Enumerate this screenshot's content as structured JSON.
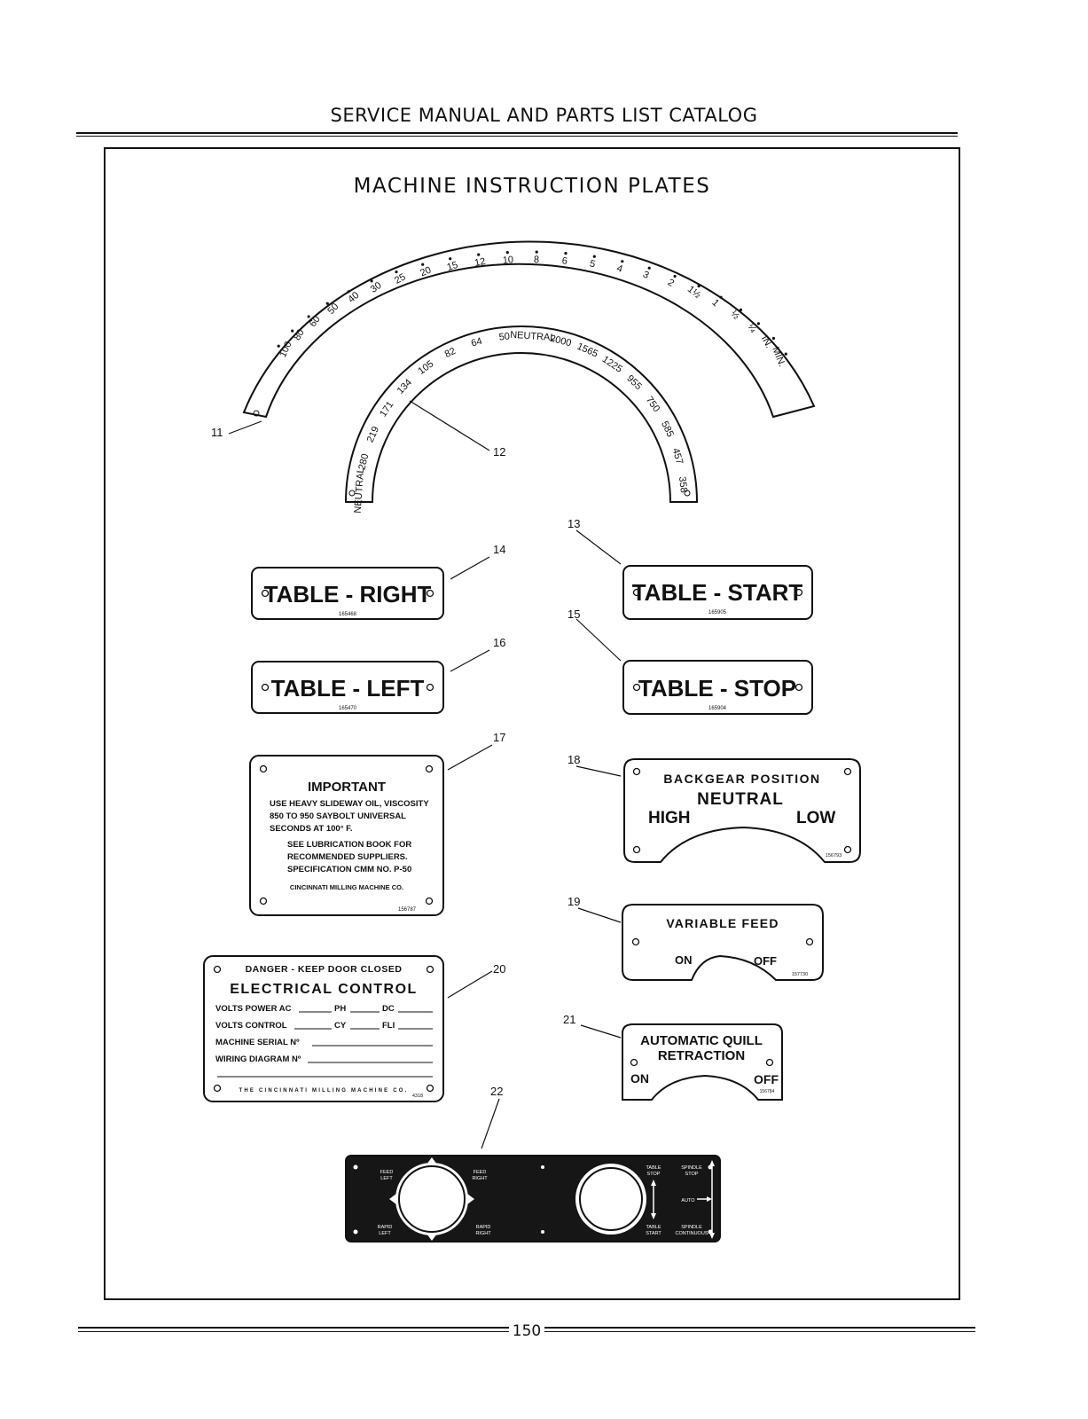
{
  "header": "SERVICE MANUAL AND PARTS LIST CATALOG",
  "title": "MACHINE INSTRUCTION PLATES",
  "page_number": "150",
  "callouts": [
    "11",
    "12",
    "13",
    "14",
    "15",
    "16",
    "17",
    "18",
    "19",
    "20",
    "21",
    "22"
  ],
  "dial11": {
    "numbers": [
      "100",
      "80",
      "60",
      "50",
      "40",
      "30",
      "25",
      "20",
      "15",
      "12",
      "10",
      "8",
      "6",
      "5",
      "4",
      "3",
      "2",
      "1½",
      "1",
      "½",
      "¼",
      "IN.",
      "MIN."
    ]
  },
  "dial12": {
    "numbers": [
      "NEUTRAL",
      "280",
      "219",
      "171",
      "134",
      "105",
      "82",
      "64",
      "50",
      "NEUTRAL",
      "2000",
      "1565",
      "1225",
      "955",
      "750",
      "585",
      "457",
      "358"
    ]
  },
  "plate14": {
    "label": "TABLE - RIGHT",
    "part": "165468"
  },
  "plate13": {
    "label": "TABLE - START",
    "part": "165905"
  },
  "plate16": {
    "label": "TABLE - LEFT",
    "part": "165470"
  },
  "plate15": {
    "label": "TABLE - STOP",
    "part": "165904"
  },
  "plate17": {
    "heading": "IMPORTANT",
    "lines": [
      "USE HEAVY SLIDEWAY OIL, VISCOSITY",
      "850 TO 950 SAYBOLT UNIVERSAL",
      "SECONDS AT 100° F.",
      "SEE LUBRICATION BOOK FOR",
      "RECOMMENDED SUPPLIERS.",
      "SPECIFICATION CMM NO. P-50",
      "CINCINNATI MILLING MACHINE CO."
    ],
    "part": "156787"
  },
  "plate18": {
    "line1": "BACKGEAR POSITION",
    "neutral": "NEUTRAL",
    "high": "HIGH",
    "low": "LOW",
    "part": "156793"
  },
  "plate19": {
    "title": "VARIABLE FEED",
    "on": "ON",
    "off": "OFF",
    "part": "157730"
  },
  "plate20": {
    "line1": "DANGER - KEEP DOOR CLOSED",
    "line2": "ELECTRICAL CONTROL",
    "volts_power": "VOLTS POWER AC",
    "ph": "PH",
    "dc": "DC",
    "volts_control": "VOLTS CONTROL",
    "cy": "CY",
    "fli": "FLI",
    "serial": "MACHINE SERIAL Nº",
    "wiring": "WIRING DIAGRAM Nº",
    "footer": "THE CINCINNATI MILLING MACHINE CO.",
    "part": "4318"
  },
  "plate21": {
    "line1": "AUTOMATIC QUILL",
    "line2": "RETRACTION",
    "on": "ON",
    "off": "OFF",
    "part": "156784"
  },
  "plate22": {
    "feed_left": [
      "FEED",
      "LEFT"
    ],
    "feed_right": [
      "FEED",
      "RIGHT"
    ],
    "rapid_left": [
      "RAPID",
      "LEFT"
    ],
    "rapid_right": [
      "RAPID",
      "RIGHT"
    ],
    "table_stop": [
      "TABLE",
      "STOP"
    ],
    "table_start": [
      "TABLE",
      "START"
    ],
    "spindle_stop": [
      "SPINDLE",
      "STOP"
    ],
    "spindle_continuous": [
      "SPINDLE",
      "CONTINUOUS"
    ],
    "auto": "AUTO"
  }
}
